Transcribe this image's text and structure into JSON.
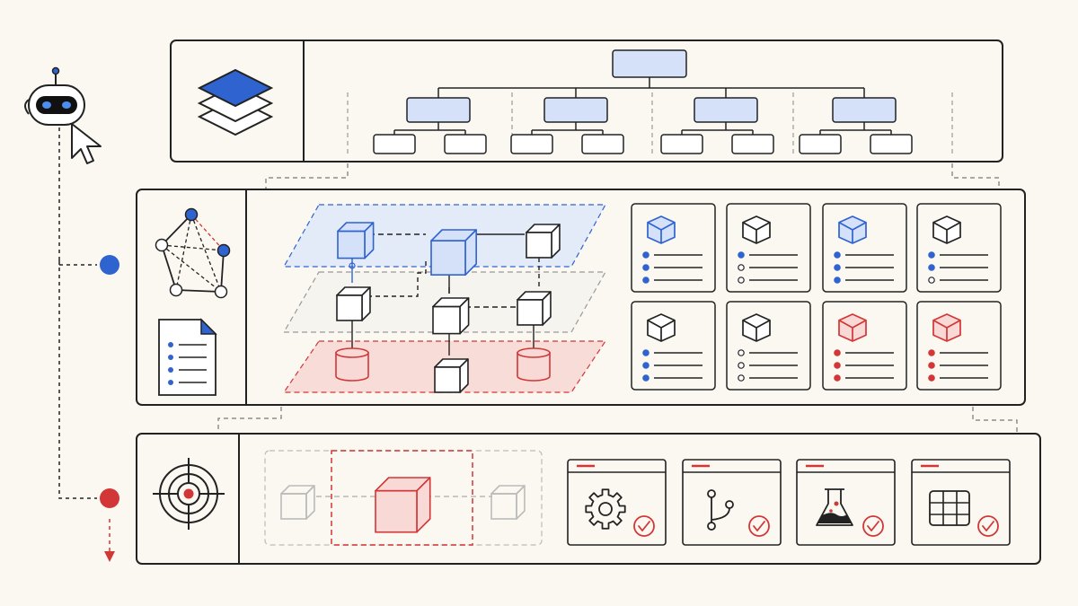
{
  "colors": {
    "background": "#fbf8f1",
    "ink": "#222222",
    "accent_blue": "#2f63d0",
    "accent_blue_fill": "#d5e1f8",
    "accent_red": "#d23636",
    "accent_red_fill": "#f8d9d6",
    "muted": "#9a9a9a"
  },
  "agent": {
    "icons": [
      "robot-icon",
      "cursor-icon"
    ],
    "path_nodes": [
      {
        "name": "path-node-blue",
        "color": "accent_blue"
      },
      {
        "name": "path-node-red",
        "color": "accent_red"
      }
    ]
  },
  "tiers": [
    {
      "name": "tier-hierarchy",
      "icon": "layers-stack-icon",
      "groups": 4,
      "children_per_group": 2
    },
    {
      "name": "tier-graph-layers",
      "icons": [
        "graph-icon",
        "document-list-icon"
      ],
      "layers": [
        "blue",
        "gray",
        "red"
      ]
    },
    {
      "name": "tier-execution",
      "icon": "target-icon"
    }
  ],
  "cards": [
    {
      "cube": "blue",
      "bullets": [
        "filled-blue",
        "filled-blue",
        "filled-blue"
      ]
    },
    {
      "cube": "dark",
      "bullets": [
        "filled-blue",
        "hollow",
        "hollow"
      ]
    },
    {
      "cube": "blue",
      "bullets": [
        "filled-blue",
        "filled-blue",
        "filled-blue"
      ]
    },
    {
      "cube": "dark",
      "bullets": [
        "filled-blue",
        "filled-blue",
        "hollow"
      ]
    },
    {
      "cube": "dark",
      "bullets": [
        "filled-blue",
        "filled-blue",
        "filled-blue"
      ]
    },
    {
      "cube": "dark",
      "bullets": [
        "hollow",
        "hollow",
        "hollow"
      ]
    },
    {
      "cube": "red",
      "bullets": [
        "filled-red",
        "filled-red",
        "filled-red"
      ]
    },
    {
      "cube": "red",
      "bullets": [
        "filled-red",
        "filled-red",
        "filled-red"
      ]
    }
  ],
  "focus_strip": {
    "cubes": [
      "faded",
      "red-focus",
      "faded"
    ]
  },
  "tool_windows": [
    {
      "icon": "gear-icon",
      "status": "check-circle-icon"
    },
    {
      "icon": "branch-icon",
      "status": "check-circle-icon"
    },
    {
      "icon": "flask-icon",
      "status": "check-circle-icon"
    },
    {
      "icon": "table-grid-icon",
      "status": "check-circle-icon"
    }
  ]
}
